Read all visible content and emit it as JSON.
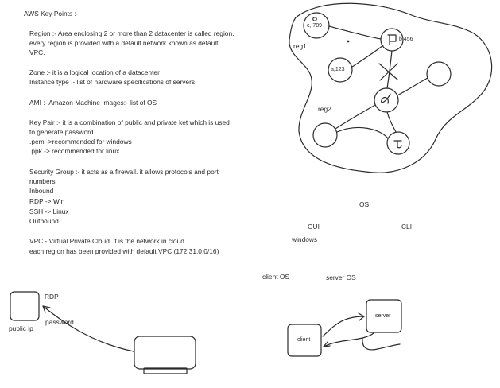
{
  "notes": {
    "title": "AWS Key Points :-",
    "region": [
      "Region :- Area enclosing 2 or more than 2 datacenter is called region.",
      "every region is provided with a default network known as default",
      "VPC."
    ],
    "zone": [
      "Zone :- it is a logical location of a datacenter",
      "Instance type :- list of hardware specifications of servers"
    ],
    "ami": "AMI :- Amazon Machine Images:- list of OS",
    "keypair": [
      "Key Pair :- it is a combination of public and private ket which is used",
      "to generate password.",
      ".pem ->recommended for windows",
      ".ppk -> recommended for linux"
    ],
    "security": [
      "Security Group :- it acts as a firewall. it allows protocols and port",
      "numbers",
      "Inbound",
      "RDP -> Win",
      "SSH -> Linux",
      "Outbound"
    ],
    "vpc": [
      "VPC - Virtual Private Cloud. it is the network in cloud.",
      "each region has been provided with default VPC (172.31.0.0/16)"
    ]
  },
  "network": {
    "reg1": "reg1",
    "reg2": "reg2",
    "node_c": "c, 789",
    "node_b": "b,456",
    "node_a": "a,123"
  },
  "os": {
    "os": "OS",
    "gui": "GUI",
    "cli": "CLI",
    "windows": "windows"
  },
  "client_server": {
    "client_os": "client OS",
    "server_os": "server OS",
    "server": "server",
    "client": "client"
  },
  "rdp": {
    "rdp": "RDP",
    "password": "password",
    "public_ip": "public ip"
  }
}
